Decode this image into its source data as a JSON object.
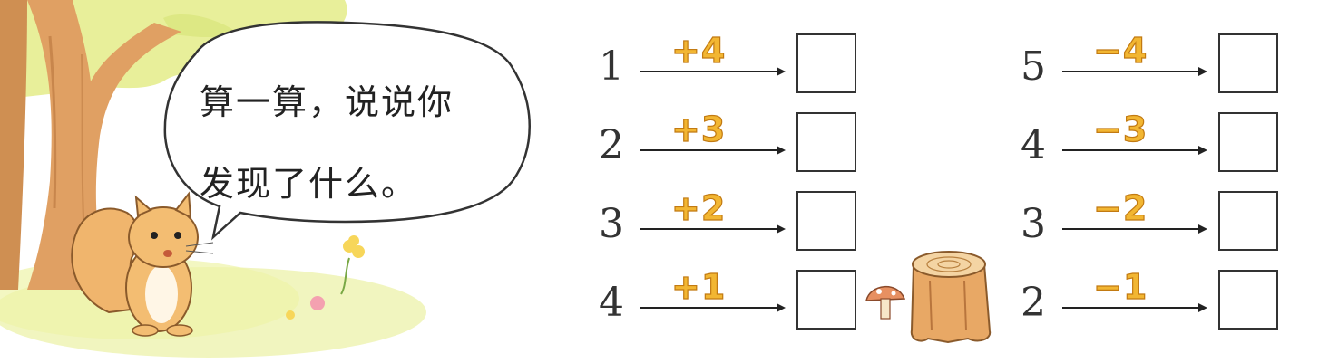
{
  "bubble": {
    "line1": "算一算，说说你",
    "line2": "发现了什么。"
  },
  "left_column": [
    {
      "start": "1",
      "op": "+4"
    },
    {
      "start": "2",
      "op": "+3"
    },
    {
      "start": "3",
      "op": "+2"
    },
    {
      "start": "4",
      "op": "+1"
    }
  ],
  "right_column": [
    {
      "start": "5",
      "op": "−4"
    },
    {
      "start": "4",
      "op": "−3"
    },
    {
      "start": "3",
      "op": "−2"
    },
    {
      "start": "2",
      "op": "−1"
    }
  ],
  "colors": {
    "op_fill": "#f2b632",
    "op_stroke": "#c27a12",
    "tree_foliage": "#e8ef9a",
    "trunk": "#e0a063",
    "grass": "#f0f4b8"
  },
  "icons": [
    "squirrel-icon",
    "tree-icon",
    "speech-bubble-icon",
    "flower-icon",
    "stump-icon",
    "mushroom-icon"
  ]
}
